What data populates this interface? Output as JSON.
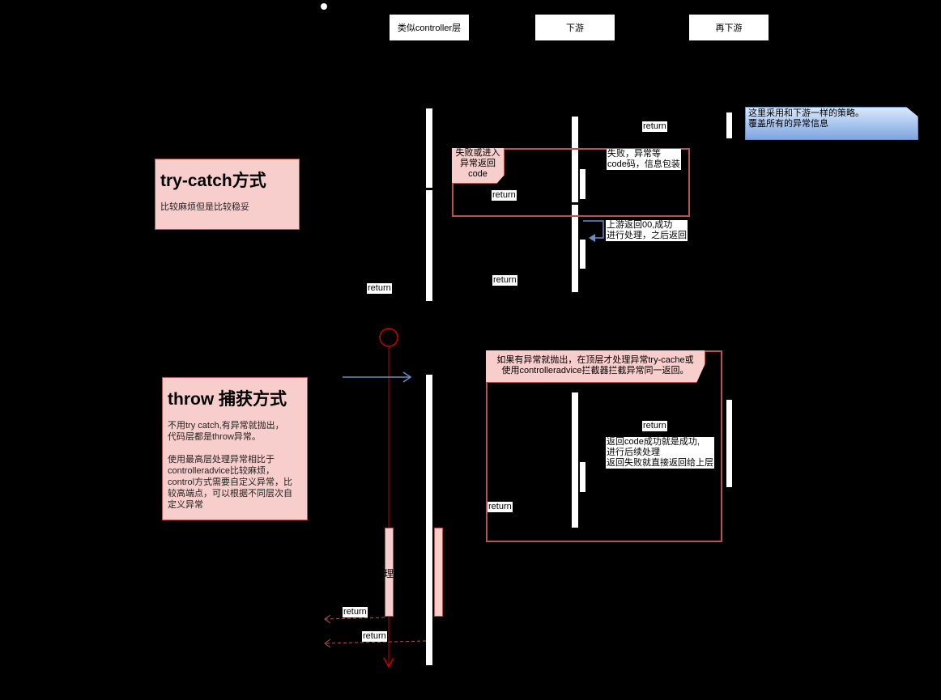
{
  "participants": [
    "类似controller层",
    "下游",
    "再下游"
  ],
  "note": {
    "line1": "这里采用和下游一样的策略。",
    "line2": "覆盖所有的异常信息"
  },
  "try_frame": {
    "label_lines": [
      "失败或进入",
      "异常返回",
      "code"
    ]
  },
  "try_card": {
    "title": "try-catch方式",
    "desc": "比较麻烦但是比较稳妥"
  },
  "texts": {
    "fail": [
      "失败，异常等",
      "code码，信息包装"
    ],
    "success": [
      "上游返回00,成功",
      "进行处理，之后返回"
    ],
    "throw_result": [
      "返回code成功就是成功,",
      "进行后续处理",
      "返回失败就直接返回给上层"
    ],
    "activation": "理"
  },
  "throw_frame": {
    "label_lines": [
      "如果有异常就抛出，在顶层才处理异常try-cache或",
      "使用controlleradvice拦截器拦截异常同一返回。"
    ]
  },
  "throw_card": {
    "title": "throw 捕获方式",
    "p1": [
      "不用try catch,有异常就抛出，",
      "代码层都是throw异常。"
    ],
    "p2": [
      "使用最高层处理异常相比于",
      "controlleradvice比较麻烦，",
      "control方式需要自定义异常，比",
      "较高端点，可以根据不同层次自",
      "定义异常"
    ]
  },
  "return_label": "return",
  "colors": {
    "frame": "#b85450",
    "pink": "#f8cecc",
    "note": "#7ea6e0",
    "arrow": "#6c8ebf",
    "red": "#cc0000"
  }
}
